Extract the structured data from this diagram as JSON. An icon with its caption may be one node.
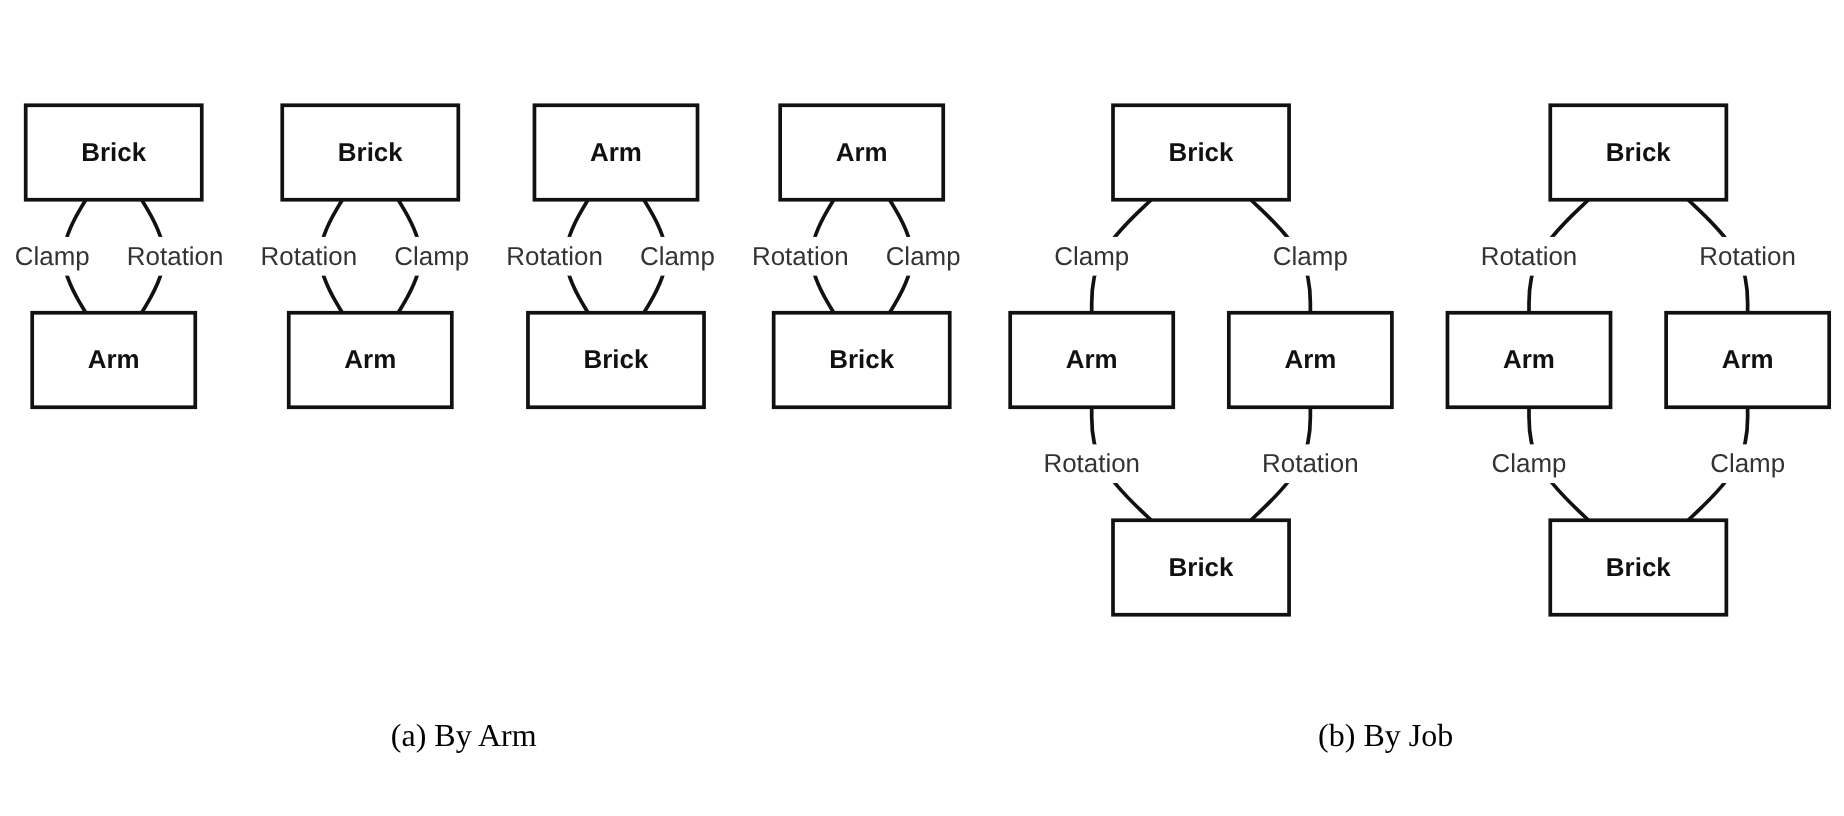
{
  "diagram": {
    "nodes": [
      {
        "text": [
          "Brick"
        ]
      },
      {
        "text": [
          "Arm"
        ]
      },
      {
        "text": [
          "Brick"
        ]
      },
      {
        "text": [
          "Arm"
        ]
      },
      {
        "text": [
          "Arm"
        ]
      },
      {
        "text": [
          "Brick"
        ]
      },
      {
        "text": [
          "Arm"
        ]
      },
      {
        "text": [
          "Brick"
        ]
      },
      {
        "text": [
          "Brick"
        ]
      },
      {
        "text": [
          "Arm"
        ]
      },
      {
        "text": [
          "Brick"
        ]
      },
      {
        "text": [
          "Arm"
        ]
      },
      {
        "text": [
          "Arm"
        ]
      },
      {
        "text": [
          "Brick"
        ]
      },
      {
        "text": [
          "Arm"
        ]
      },
      {
        "text": [
          "Brick"
        ]
      }
    ],
    "edges": [
      {
        "from": 0,
        "to": 1,
        "arrow": "none",
        "label": "Clamp"
      },
      {
        "from": 0,
        "to": 1,
        "arrow": "none",
        "label": "Rotation"
      },
      {
        "from": 2,
        "to": 3,
        "arrow": "none",
        "label": "Rotation"
      },
      {
        "from": 2,
        "to": 3,
        "arrow": "none",
        "label": "Clamp"
      },
      {
        "from": 4,
        "to": 5,
        "arrow": "none",
        "label": "Rotation"
      },
      {
        "from": 4,
        "to": 5,
        "arrow": "none",
        "label": "Clamp"
      },
      {
        "from": 6,
        "to": 7,
        "arrow": "none",
        "label": "Rotation"
      },
      {
        "from": 6,
        "to": 7,
        "arrow": "none",
        "label": "Clamp"
      },
      {
        "from": 8,
        "to": 9,
        "arrow": "none",
        "label": "Clamp"
      },
      {
        "from": 9,
        "to": 15,
        "arrow": "none",
        "label": "Rotation"
      },
      {
        "from": 10,
        "to": 11,
        "arrow": "none",
        "label": "Rotation"
      },
      {
        "from": 10,
        "to": 12,
        "arrow": "none",
        "label": "Rotation"
      },
      {
        "from": 11,
        "to": 13,
        "arrow": "none",
        "label": "Clamp"
      },
      {
        "from": 12,
        "to": 13,
        "arrow": "none",
        "label": "Clamp"
      },
      {
        "from": 8,
        "to": 14,
        "arrow": "none",
        "label": "Clamp"
      },
      {
        "from": 14,
        "to": 15,
        "arrow": "none",
        "label": "Rotation"
      }
    ],
    "labels": [
      "(a) By Arm",
      "(b) By Job"
    ]
  }
}
